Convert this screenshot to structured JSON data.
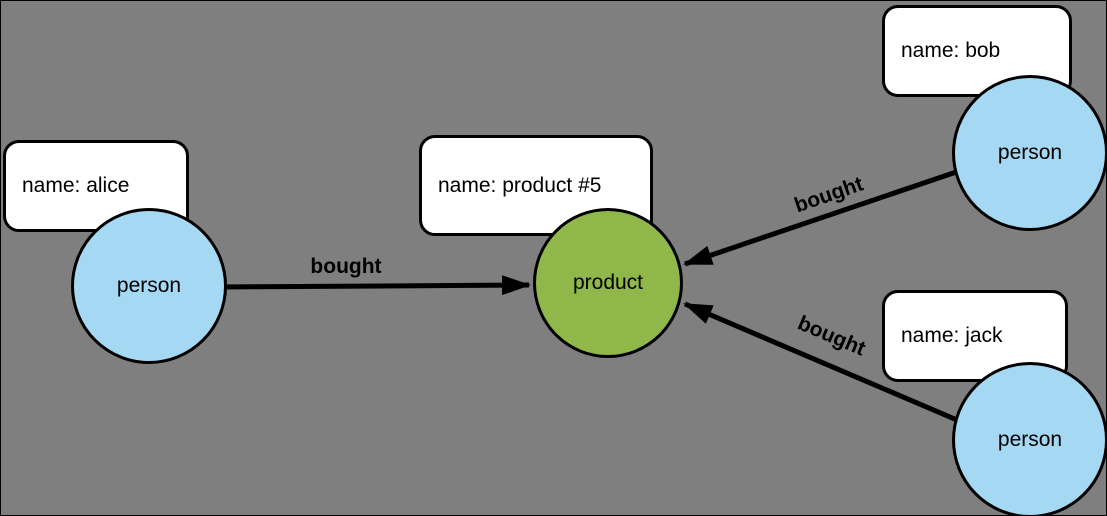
{
  "canvas": {
    "background": "#7f7f7f",
    "border_color": "#000000",
    "edge_color": "#000000"
  },
  "nodes": {
    "alice": {
      "label": "person",
      "property": "name: alice",
      "color": "#a5d8f2"
    },
    "product": {
      "label": "product",
      "property": "name: product #5",
      "color": "#90b74a"
    },
    "bob": {
      "label": "person",
      "property": "name: bob",
      "color": "#a5d8f2"
    },
    "jack": {
      "label": "person",
      "property": "name: jack",
      "color": "#a5d8f2"
    }
  },
  "edges": {
    "alice_to_product": {
      "label": "bought"
    },
    "bob_to_product": {
      "label": "bought"
    },
    "jack_to_product": {
      "label": "bought"
    }
  }
}
